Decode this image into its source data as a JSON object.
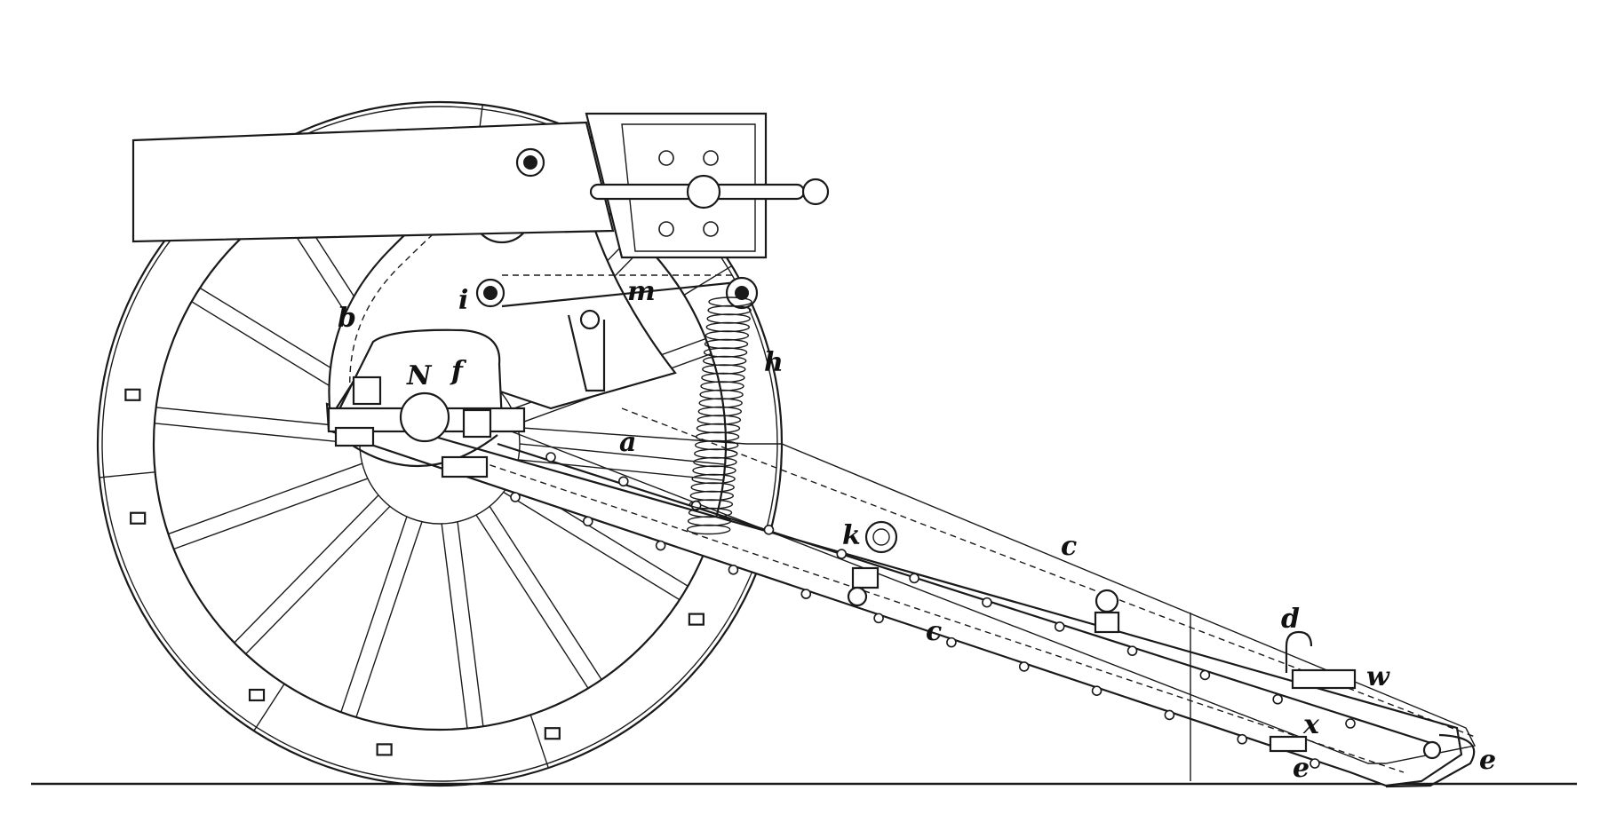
{
  "labels": {
    "a": "a",
    "b": "b",
    "c_upper": "c",
    "c_lower": "c",
    "d": "d",
    "e_right": "e",
    "e_lower": "e",
    "f": "f",
    "h": "h",
    "i": "i",
    "k": "k",
    "m": "m",
    "N": "N",
    "w": "w",
    "x": "x"
  }
}
